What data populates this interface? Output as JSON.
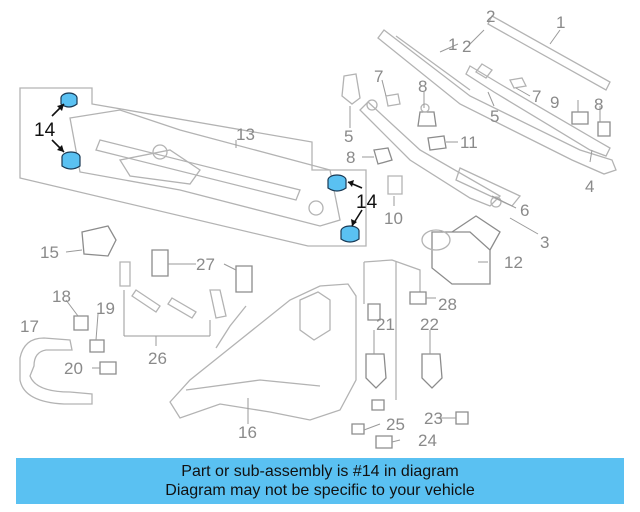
{
  "diagram": {
    "highlighted_part": "14",
    "highlight_color": "#5ac1f2",
    "callouts": [
      {
        "id": "c1",
        "label": "1"
      },
      {
        "id": "c1b",
        "label": "1"
      },
      {
        "id": "c2",
        "label": "2"
      },
      {
        "id": "c2b",
        "label": "2"
      },
      {
        "id": "c3",
        "label": "3"
      },
      {
        "id": "c4",
        "label": "4"
      },
      {
        "id": "c5",
        "label": "5"
      },
      {
        "id": "c5b",
        "label": "5"
      },
      {
        "id": "c6",
        "label": "6"
      },
      {
        "id": "c7",
        "label": "7"
      },
      {
        "id": "c7b",
        "label": "7"
      },
      {
        "id": "c8",
        "label": "8"
      },
      {
        "id": "c8b",
        "label": "8"
      },
      {
        "id": "c8c",
        "label": "8"
      },
      {
        "id": "c9",
        "label": "9"
      },
      {
        "id": "c10",
        "label": "10"
      },
      {
        "id": "c11",
        "label": "11"
      },
      {
        "id": "c12",
        "label": "12"
      },
      {
        "id": "c13",
        "label": "13"
      },
      {
        "id": "c14a",
        "label": "14"
      },
      {
        "id": "c14b",
        "label": "14"
      },
      {
        "id": "c15",
        "label": "15"
      },
      {
        "id": "c16",
        "label": "16"
      },
      {
        "id": "c17",
        "label": "17"
      },
      {
        "id": "c18",
        "label": "18"
      },
      {
        "id": "c19",
        "label": "19"
      },
      {
        "id": "c20",
        "label": "20"
      },
      {
        "id": "c21",
        "label": "21"
      },
      {
        "id": "c22",
        "label": "22"
      },
      {
        "id": "c23",
        "label": "23"
      },
      {
        "id": "c24",
        "label": "24"
      },
      {
        "id": "c25",
        "label": "25"
      },
      {
        "id": "c26",
        "label": "26"
      },
      {
        "id": "c27",
        "label": "27"
      },
      {
        "id": "c28",
        "label": "28"
      }
    ]
  },
  "banner": {
    "line1": "Part or sub-assembly is #14 in diagram",
    "line2": "Diagram may not be specific to your vehicle"
  }
}
